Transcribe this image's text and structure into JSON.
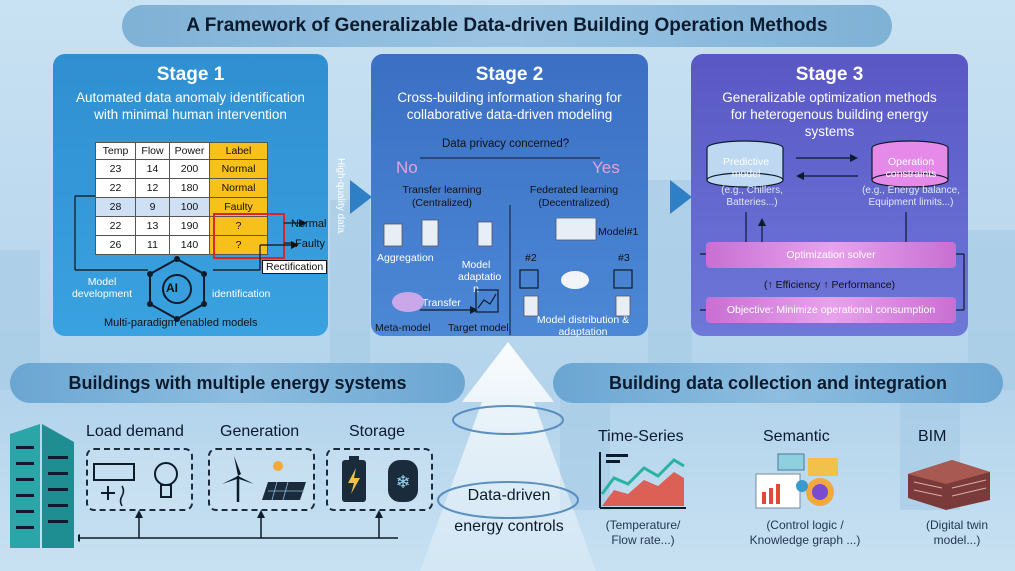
{
  "title": "A Framework of Generalizable Data-driven Building Operation Methods",
  "stage1": {
    "heading": "Stage 1",
    "subtitle_line1": "Automated data anomaly identification",
    "subtitle_line2": "with minimal human intervention",
    "table": {
      "headers": [
        "Temp",
        "Flow",
        "Power",
        "Label"
      ],
      "rows": [
        [
          "23",
          "14",
          "200",
          "Normal"
        ],
        [
          "22",
          "12",
          "180",
          "Normal"
        ],
        [
          "28",
          "9",
          "100",
          "Faulty"
        ],
        [
          "22",
          "13",
          "190",
          "?"
        ],
        [
          "26",
          "11",
          "140",
          "?"
        ]
      ]
    },
    "out_normal": "Normal",
    "out_faulty": "Faulty",
    "rectification": "Rectification",
    "model_development": "Model development",
    "identification": "identification",
    "ai_label": "AI",
    "caption": "Multi-paradigm enabled models",
    "high_quality": "High-quality data"
  },
  "stage2": {
    "heading": "Stage 2",
    "subtitle_line1": "Cross-building information sharing for",
    "subtitle_line2": "collaborative data-driven modeling",
    "question": "Data privacy concerned?",
    "no": "No",
    "yes": "Yes",
    "transfer_title": "Transfer learning",
    "transfer_sub": "(Centralized)",
    "federated_title": "Federated learning",
    "federated_sub": "(Decentralized)",
    "aggregation": "Aggregation",
    "model_adaptation": "Model adaptatio n",
    "transfer": "Transfer",
    "meta_model": "Meta-model",
    "target_model": "Target model",
    "model1": "Model#1",
    "n2": "#2",
    "n3": "#3",
    "distribution": "Model distribution & adaptation"
  },
  "stage3": {
    "heading": "Stage 3",
    "subtitle_line1": "Generalizable optimization methods",
    "subtitle_line2": "for heterogenous building energy",
    "subtitle_line3": "systems",
    "predictive": "Predictive model",
    "predictive_eg": "(e.g., Chillers, Batteries...)",
    "constraints": "Operation constraints",
    "constraints_eg": "(e.g., Energy balance, Equipment limits...)",
    "solver": "Optimization solver",
    "efficiency": "(↑ Efficiency ↑ Performance)",
    "objective": "Objective: Minimize operational consumption"
  },
  "left_band": "Buildings with multiple energy systems",
  "right_band": "Building data collection and integration",
  "center": {
    "line1": "Data-driven",
    "line2": "energy controls"
  },
  "energy": {
    "load": "Load demand",
    "generation": "Generation",
    "storage": "Storage"
  },
  "data_types": {
    "ts": "Time-Series",
    "ts_caption": "(Temperature/ Flow rate...)",
    "semantic": "Semantic",
    "semantic_caption": "(Control logic / Knowledge graph ...)",
    "bim": "BIM",
    "bim_caption": "(Digital twin model...)"
  },
  "colors": {
    "stage1": "#2f8fd1",
    "stage2": "#3b6fc4",
    "stage3": "#5a57c5",
    "label": "#f7c01b",
    "pink": "#e8a2ec"
  }
}
